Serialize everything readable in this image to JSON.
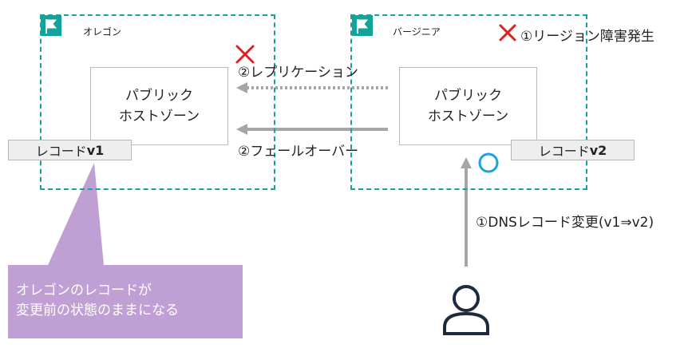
{
  "regions": {
    "oregon": {
      "label": "オレゴン",
      "zone_line1": "パブリック",
      "zone_line2": "ホストゾーン",
      "record_prefix": "レコード",
      "record_version": "v1"
    },
    "virginia": {
      "label": "バージニア",
      "zone_line1": "パブリック",
      "zone_line2": "ホストゾーン",
      "record_prefix": "レコード",
      "record_version": "v2"
    }
  },
  "annotations": {
    "region_failure": "①リージョン障害発生",
    "replication": "②レプリケーション",
    "failover": "②フェールオーバー",
    "dns_change": "①DNSレコード変更(v1⇒v2)"
  },
  "callout": {
    "line1": "オレゴンのレコードが",
    "line2": "変更前の状態のままになる"
  },
  "colors": {
    "region_border": "#17a398",
    "flag": "#12a39a",
    "fail_mark": "#e02020",
    "ok_mark": "#1da1e0",
    "arrow": "#a6a6a6",
    "callout": "#c0a0d4"
  },
  "icons": {
    "flag": "flag-icon",
    "fail": "cross-icon",
    "ok": "circle-icon",
    "user": "user-icon"
  }
}
